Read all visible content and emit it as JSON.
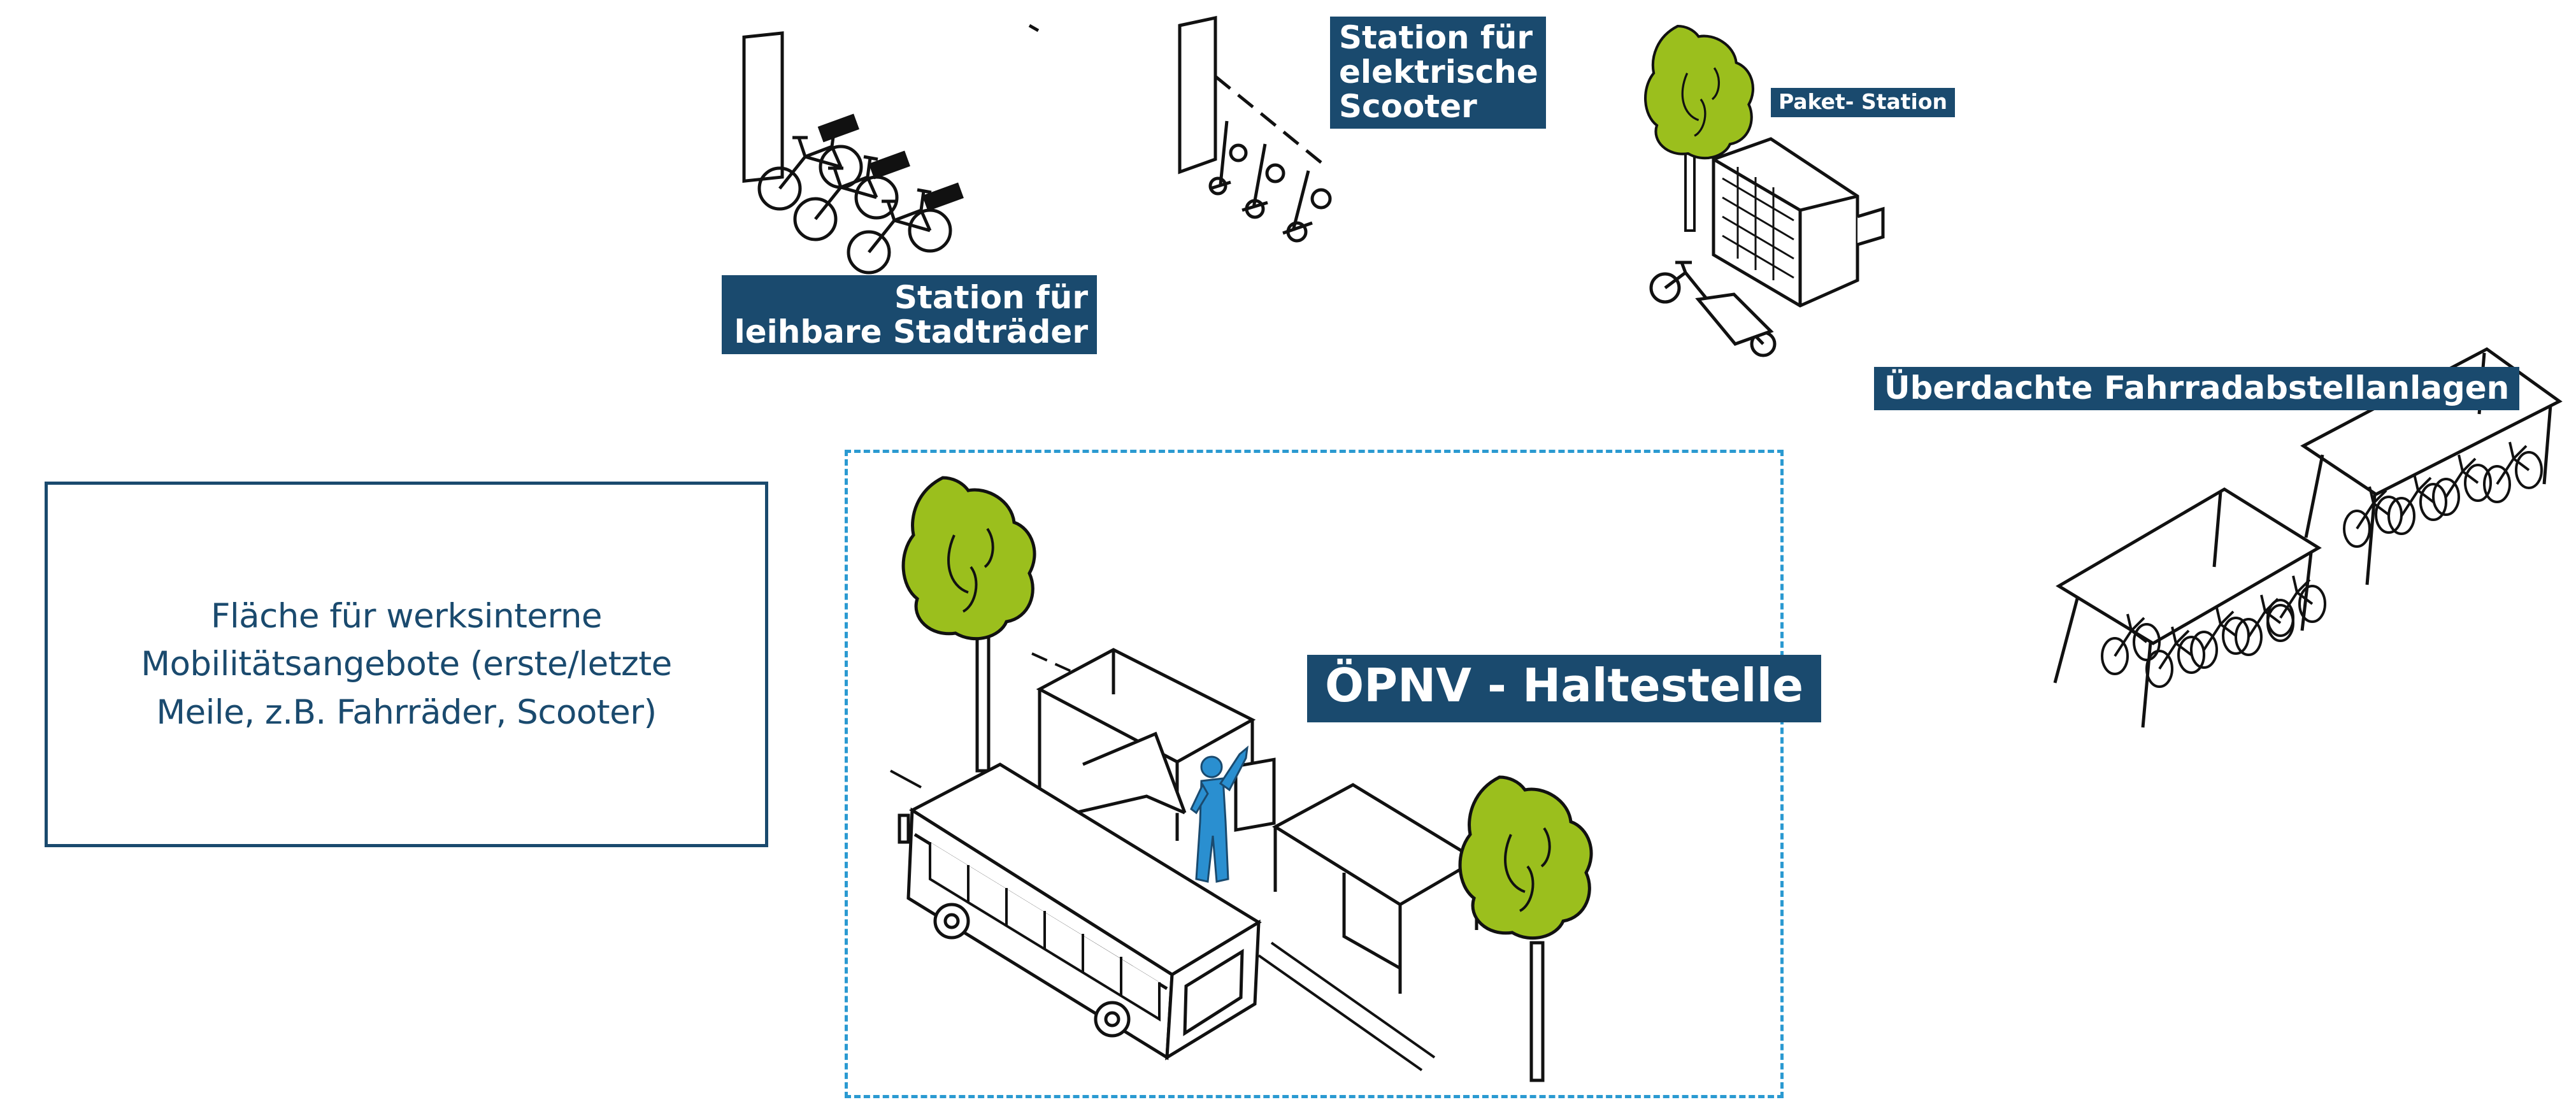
{
  "labels": {
    "stadtraeder": "Station für\nleihbare Stadträder",
    "scooter": "Station für\nelektrische\nScooter",
    "paket": "Paket- Station",
    "ueberdacht": "Überdachte Fahrradabstellanlagen",
    "opnv": "ÖPNV - Haltestelle"
  },
  "werks_area": {
    "text": "Fläche für werksinterne\nMobilitätsangebote (erste/letzte\nMeile, z.B. Fahrräder, Scooter)"
  },
  "colors": {
    "label_bg": "#1a4a6e",
    "label_text": "#ffffff",
    "box_border": "#1a4a6e",
    "dashed_frame": "#2b9ad1",
    "tree_green": "#9bbf1d",
    "person_blue": "#2a8fd0",
    "line_art": "#111111"
  },
  "icons": [
    "bike-sharing-station-icon",
    "e-scooter-station-icon",
    "tree-icon",
    "parcel-locker-icon",
    "cargo-bike-icon",
    "covered-bike-shelter-icon",
    "bus-icon",
    "bus-shelter-icon",
    "person-icon"
  ]
}
